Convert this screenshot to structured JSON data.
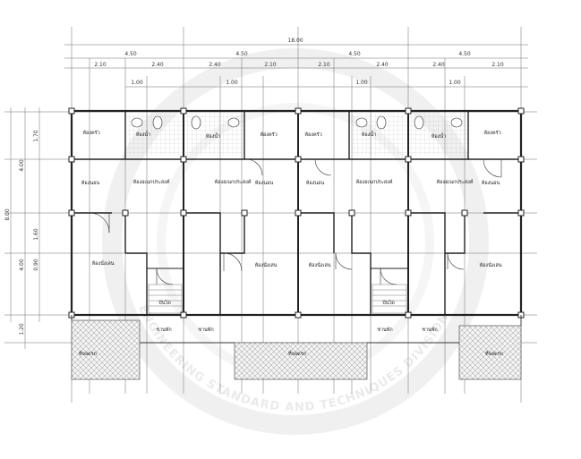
{
  "dimensions": {
    "overall": "18.00",
    "modules": [
      "4.50",
      "4.50",
      "4.50",
      "4.50"
    ],
    "sub": [
      "2.10",
      "2.40",
      "2.40",
      "2.10",
      "2.10",
      "2.40",
      "2.40",
      "2.10"
    ],
    "baths": [
      "1.00",
      "1.00",
      "1.00",
      "1.00"
    ],
    "left_total": "8.00",
    "left_parts": [
      "4.00",
      "4.00"
    ],
    "left_sub": [
      "1.70",
      "1.60",
      "0.90"
    ],
    "left_bottom": "1.20"
  },
  "rooms": {
    "kitchen": "ห้องครัว",
    "bath": "ห้องน้ำ",
    "bedroom": "ห้องนอน",
    "multipurpose": "ห้องอเนกประสงค์",
    "living": "ห้องนั่งเล่น",
    "stair": "บันได",
    "porch": "ชานพัก",
    "parking": "ที่จอดรถ"
  },
  "watermark": "ENGINEERING STANDARD AND TECHNIQUES DIVISION"
}
